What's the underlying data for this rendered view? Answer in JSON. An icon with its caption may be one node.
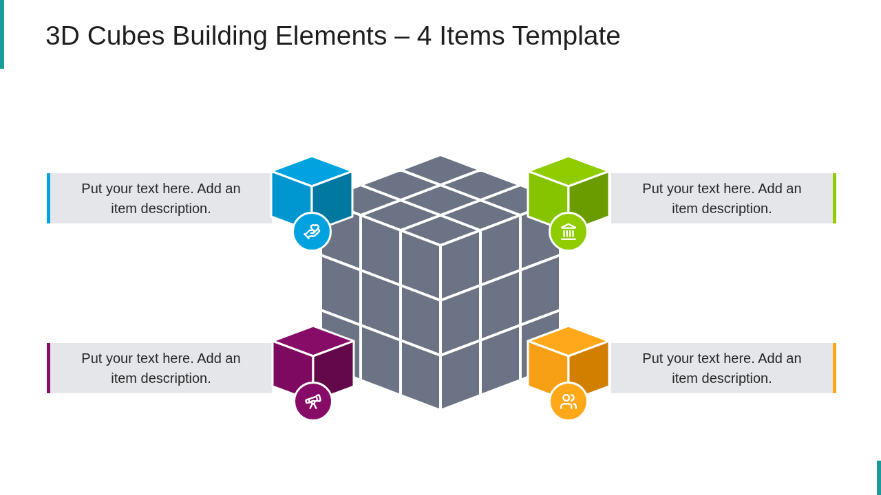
{
  "diagram": {
    "title": "3D Cubes Building Elements – 4 Items Template",
    "nodes": [
      {
        "text": [
          "Put your text here. Add an item description."
        ]
      },
      {
        "text": [
          "Put your text here. Add an item description."
        ]
      },
      {
        "text": [
          "Put your text here. Add an item description."
        ]
      },
      {
        "text": [
          "Put your text here. Add an item description."
        ]
      }
    ]
  }
}
